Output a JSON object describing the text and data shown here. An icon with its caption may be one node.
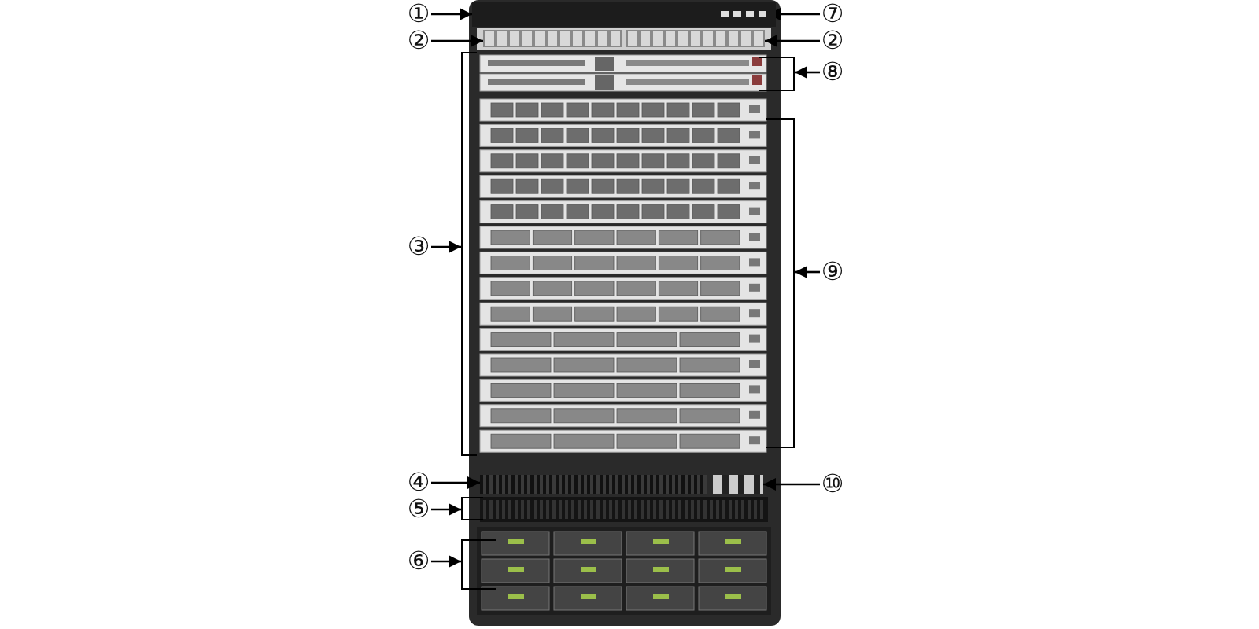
{
  "diagram": {
    "nodes": [
      {
        "text": [
          "①"
        ]
      },
      {
        "text": [
          "②"
        ]
      },
      {
        "text": [
          "③"
        ]
      },
      {
        "text": [
          "④"
        ]
      },
      {
        "text": [
          "⑤"
        ]
      },
      {
        "text": [
          "⑥"
        ]
      },
      {
        "text": [
          "⑦"
        ]
      },
      {
        "text": [
          "②"
        ]
      },
      {
        "text": [
          "⑧"
        ]
      },
      {
        "text": [
          "⑨"
        ]
      },
      {
        "text": [
          "⑩"
        ]
      },
      {
        "text": [],
        "shape": "box"
      },
      {
        "text": [],
        "shape": "box"
      },
      {
        "text": [],
        "shape": "box"
      },
      {
        "text": [],
        "shape": "bracket"
      },
      {
        "text": [],
        "shape": "box"
      },
      {
        "text": [],
        "shape": "bracket"
      },
      {
        "text": [],
        "shape": "bracket"
      },
      {
        "text": [],
        "shape": "box",
        "in": 11
      },
      {
        "text": [],
        "shape": "bracket"
      },
      {
        "text": [],
        "shape": "bracket"
      },
      {
        "text": [],
        "shape": "box"
      }
    ],
    "edges": [
      {
        "from": 0,
        "to": 11,
        "arrow": "to"
      },
      {
        "from": 1,
        "to": 12,
        "arrow": "to"
      },
      {
        "from": 2,
        "to": 14,
        "arrow": "to"
      },
      {
        "from": 3,
        "to": 15,
        "arrow": "to"
      },
      {
        "from": 4,
        "to": 16,
        "arrow": "to"
      },
      {
        "from": 5,
        "to": 17,
        "arrow": "to"
      },
      {
        "from": 6,
        "to": 18,
        "arrow": "to"
      },
      {
        "from": 7,
        "to": 13,
        "arrow": "to"
      },
      {
        "from": 8,
        "to": 19,
        "arrow": "to"
      },
      {
        "from": 9,
        "to": 20,
        "arrow": "to"
      },
      {
        "from": 10,
        "to": 21,
        "arrow": "to"
      }
    ]
  }
}
